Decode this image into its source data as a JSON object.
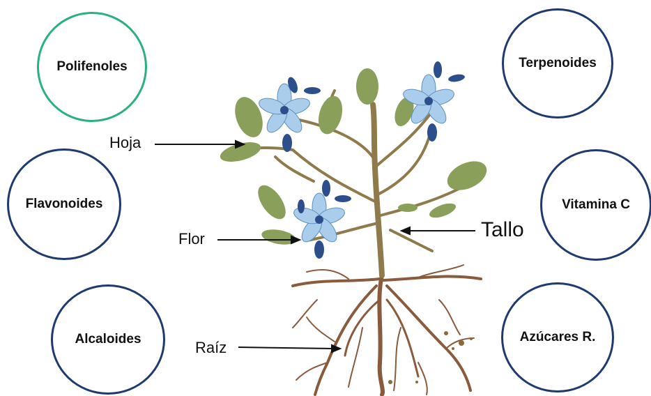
{
  "compounds": [
    {
      "name": "Polifenoles",
      "selected": true
    },
    {
      "name": "Flavonoides",
      "selected": false
    },
    {
      "name": "Alcaloides",
      "selected": false
    },
    {
      "name": "Terpenoides",
      "selected": false
    },
    {
      "name": "Vitamina C",
      "selected": false
    },
    {
      "name": "Azúcares R.",
      "selected": false
    }
  ],
  "plant_labels": {
    "leaf": "Hoja",
    "flower": "Flor",
    "root": "Raíz",
    "stem": "Tallo"
  },
  "colors": {
    "circle_border": "#1f3a6e",
    "selected_border": "#2bb07f",
    "leaf": "#8aa05a",
    "flower": "#a9cdea",
    "bud": "#2c4f8c",
    "root": "#8a5a3c"
  }
}
